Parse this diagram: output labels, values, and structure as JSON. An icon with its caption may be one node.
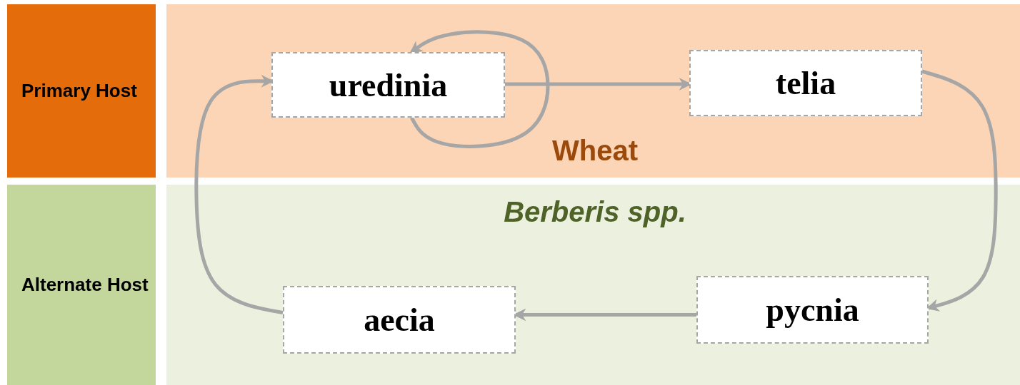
{
  "diagram": {
    "nodes": [
      {
        "text": [
          "Primary Host"
        ]
      },
      {
        "text": [
          "Wheat"
        ]
      },
      {
        "text": [
          "uredinia"
        ],
        "in": 1
      },
      {
        "text": [
          "telia"
        ],
        "in": 1
      },
      {
        "text": [
          "Alternate Host"
        ]
      },
      {
        "text": [
          "Berberis spp."
        ]
      },
      {
        "text": [
          "aecia"
        ],
        "in": 5
      },
      {
        "text": [
          "pycnia"
        ],
        "in": 5
      }
    ],
    "edges": [
      {
        "from": 2,
        "to": 2,
        "arrow": "to"
      },
      {
        "from": 2,
        "to": 3,
        "arrow": "to"
      },
      {
        "from": 3,
        "to": 7,
        "arrow": "to"
      },
      {
        "from": 7,
        "to": 6,
        "arrow": "to"
      },
      {
        "from": 6,
        "to": 2,
        "arrow": "to"
      }
    ]
  }
}
